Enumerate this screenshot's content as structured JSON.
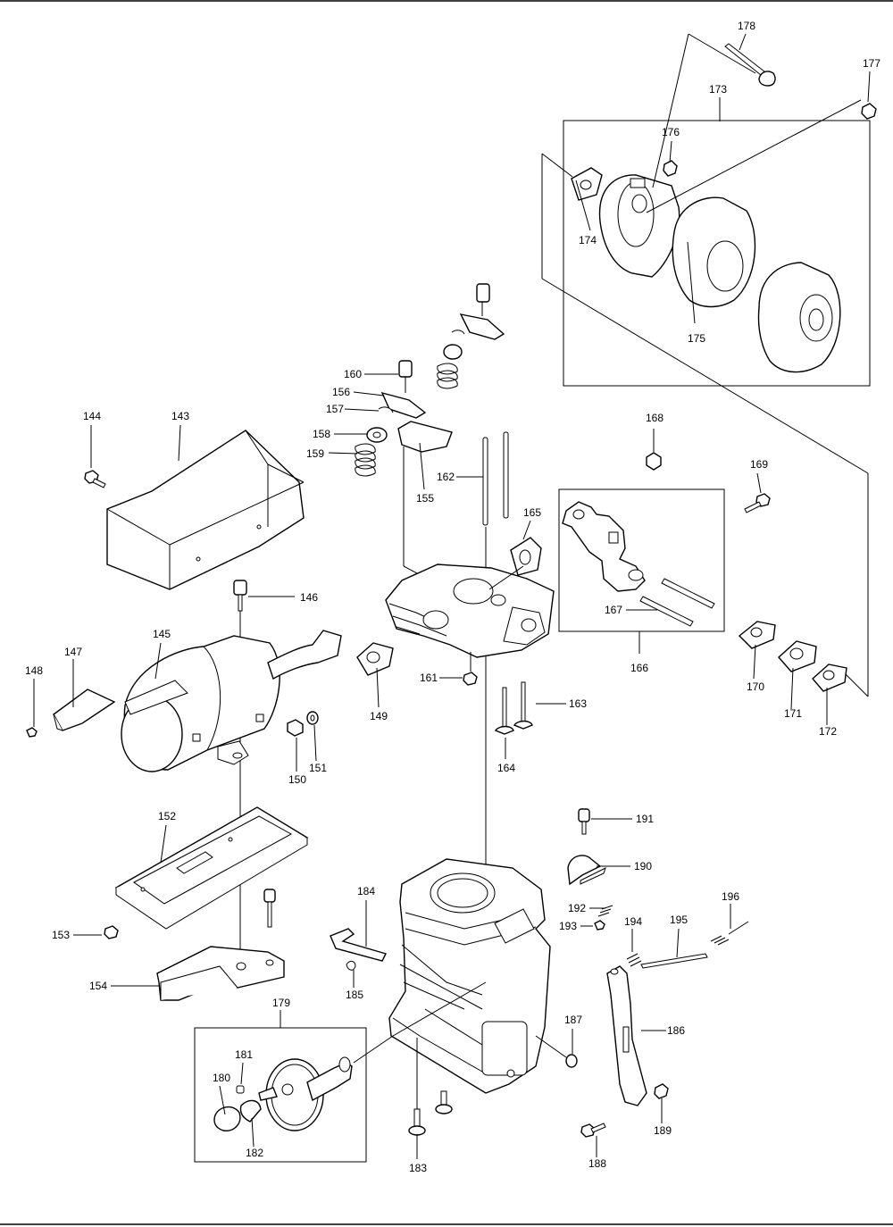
{
  "callouts": [
    {
      "num": "143"
    },
    {
      "num": "144"
    },
    {
      "num": "145"
    },
    {
      "num": "146"
    },
    {
      "num": "147"
    },
    {
      "num": "148"
    },
    {
      "num": "149"
    },
    {
      "num": "150"
    },
    {
      "num": "151"
    },
    {
      "num": "152"
    },
    {
      "num": "153"
    },
    {
      "num": "154"
    },
    {
      "num": "155"
    },
    {
      "num": "156"
    },
    {
      "num": "157"
    },
    {
      "num": "158"
    },
    {
      "num": "159"
    },
    {
      "num": "160"
    },
    {
      "num": "161"
    },
    {
      "num": "162"
    },
    {
      "num": "163"
    },
    {
      "num": "164"
    },
    {
      "num": "165"
    },
    {
      "num": "166"
    },
    {
      "num": "167"
    },
    {
      "num": "168"
    },
    {
      "num": "169"
    },
    {
      "num": "170"
    },
    {
      "num": "171"
    },
    {
      "num": "172"
    },
    {
      "num": "173"
    },
    {
      "num": "174"
    },
    {
      "num": "175"
    },
    {
      "num": "176"
    },
    {
      "num": "177"
    },
    {
      "num": "178"
    },
    {
      "num": "179"
    },
    {
      "num": "180"
    },
    {
      "num": "181"
    },
    {
      "num": "182"
    },
    {
      "num": "183"
    },
    {
      "num": "184"
    },
    {
      "num": "185"
    },
    {
      "num": "186"
    },
    {
      "num": "187"
    },
    {
      "num": "188"
    },
    {
      "num": "189"
    },
    {
      "num": "190"
    },
    {
      "num": "191"
    },
    {
      "num": "192"
    },
    {
      "num": "193"
    },
    {
      "num": "194"
    },
    {
      "num": "195"
    },
    {
      "num": "196"
    }
  ]
}
